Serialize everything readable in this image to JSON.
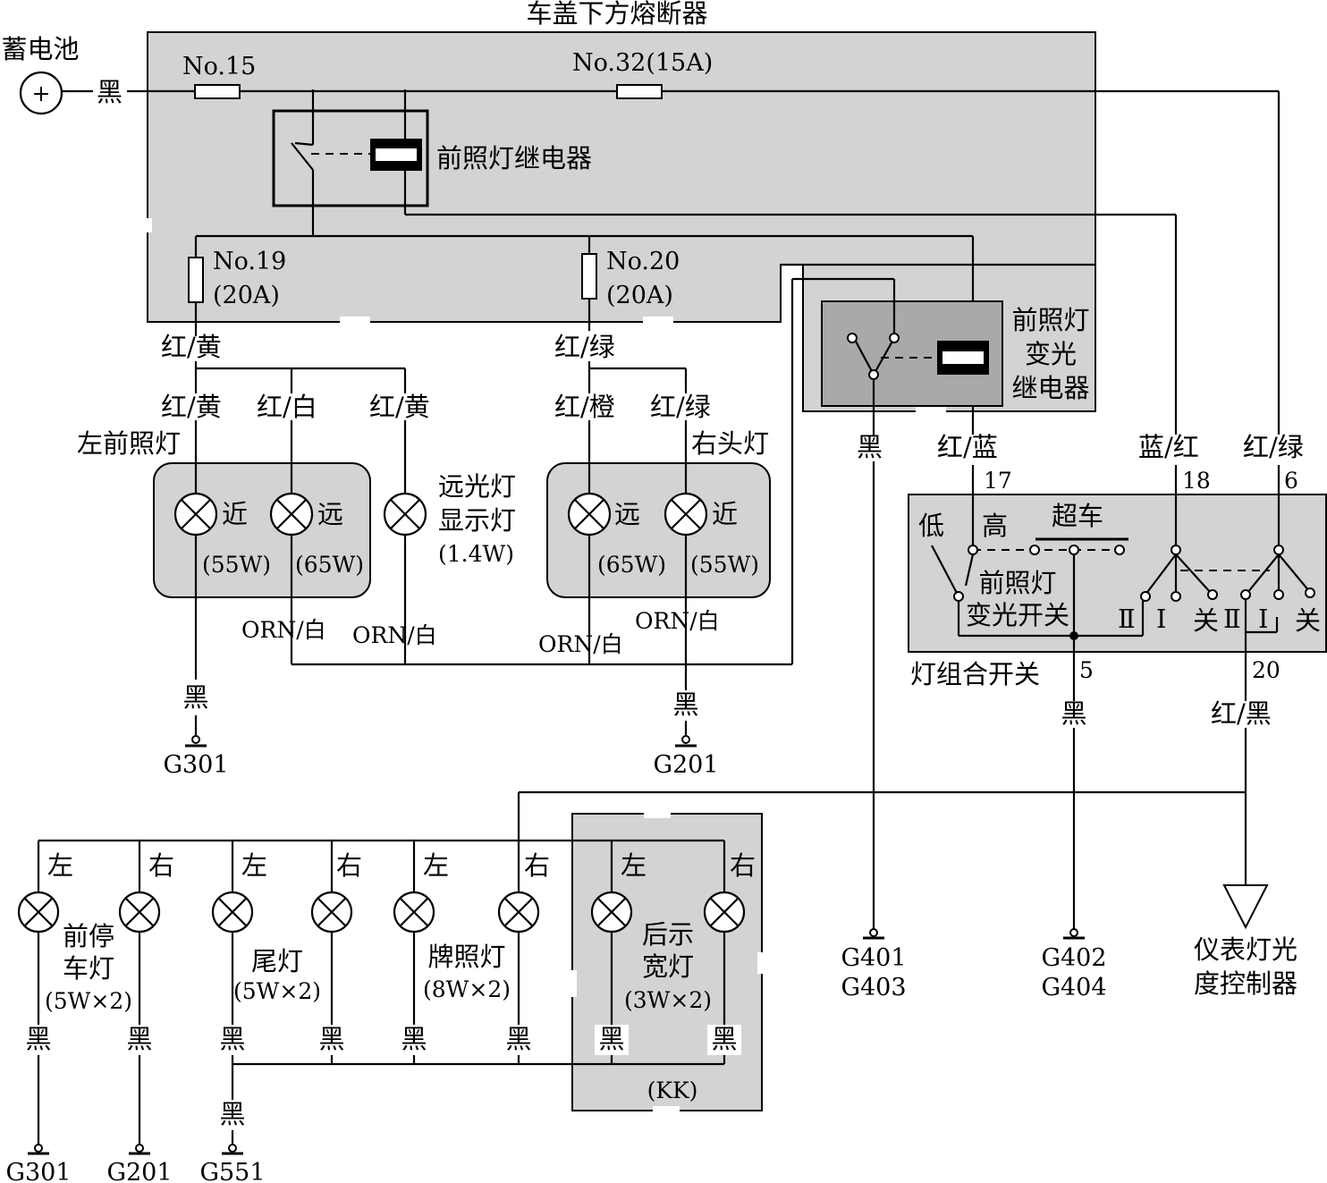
{
  "title": "车盖下方熔断器",
  "battery": {
    "label": "蓄电池",
    "symbol": "+",
    "wire": "黑"
  },
  "fuses": [
    {
      "id": "No.15",
      "rating": ""
    },
    {
      "id": "No.32(15A)",
      "rating": ""
    },
    {
      "id": "No.19",
      "rating": "(20A)"
    },
    {
      "id": "No.20",
      "rating": "(20A)"
    }
  ],
  "relays": {
    "headlight": "前照灯继电器",
    "dimmer": [
      "前照灯",
      "变光",
      "继电器"
    ]
  },
  "wires": {
    "left_feed": "红/黄",
    "right_feed": "红/绿",
    "left_low": "红/黄",
    "left_high": "红/白",
    "indicator": "红/黄",
    "right_high": "红/橙",
    "right_low": "红/绿",
    "orn_1": "ORN/白",
    "orn_2": "ORN/白",
    "orn_3": "ORN/白",
    "orn_4": "ORN/白",
    "black": "黑",
    "pin17_wire": "红/蓝",
    "pin18_wire": "蓝/红",
    "pin6_wire": "红/绿",
    "pin20_wire": "红/黑"
  },
  "headlamps": {
    "left": {
      "name": "左前照灯",
      "low": "近",
      "high": "远",
      "low_w": "(55W)",
      "high_w": "(65W)"
    },
    "right": {
      "name": "右头灯",
      "low": "近",
      "high": "远",
      "low_w": "(55W)",
      "high_w": "(65W)"
    },
    "indicator": [
      "远光灯",
      "显示灯",
      "(1.4W)"
    ]
  },
  "switch": {
    "name": "灯组合开关",
    "low": "低",
    "high": "高",
    "pass": "超车",
    "dimmer_switch": [
      "前照灯",
      "变光开关"
    ],
    "pos_2a": "Ⅱ",
    "pos_1a": "Ⅰ",
    "off_a": "关",
    "pos_2b": "Ⅱ",
    "pos_1b": "Ⅰ",
    "off_b": "关",
    "pins": {
      "p17": "17",
      "p18": "18",
      "p6": "6",
      "p5": "5",
      "p20": "20"
    }
  },
  "grounds": {
    "g301": "G301",
    "g201": "G201",
    "g401": "G401",
    "g403": "G403",
    "g402": "G402",
    "g404": "G404",
    "g301b": "G301",
    "g201b": "G201",
    "g551": "G551"
  },
  "small_lamps": {
    "left": "左",
    "right": "右",
    "front_parking": [
      "前停",
      "车灯",
      "(5W×2)"
    ],
    "tail": [
      "尾灯",
      "(5W×2)"
    ],
    "plate": [
      "牌照灯",
      "(8W×2)"
    ],
    "rear_width": [
      "后示",
      "宽灯",
      "(3W×2)"
    ],
    "kk": "(KK)"
  },
  "dimmer_control": [
    "仪表灯光",
    "度控制器"
  ]
}
